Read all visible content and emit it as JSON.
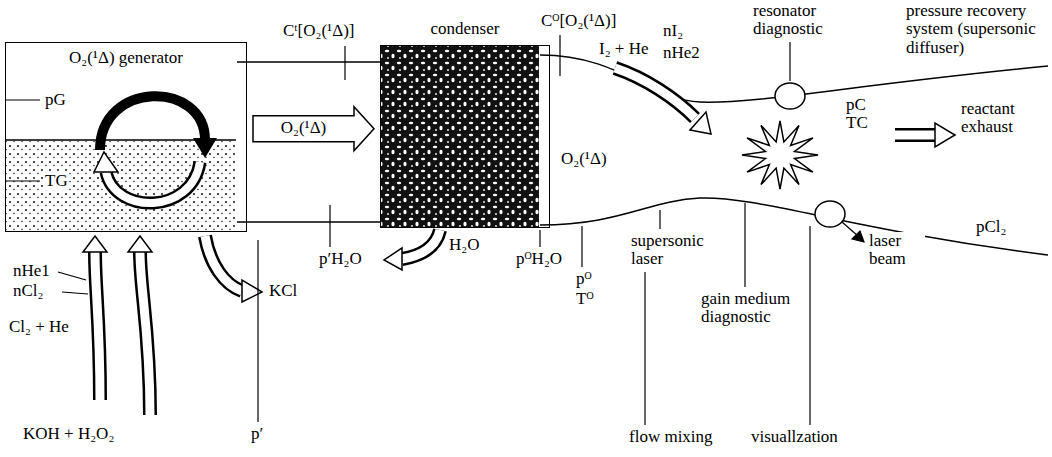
{
  "diagram": {
    "nodes": [
      {
        "text": [
          "O₂(¹Δ) generator"
        ]
      },
      {
        "text": [
          "condenser"
        ]
      }
    ],
    "edges": [
      {
        "from": 0,
        "to": 1,
        "arrow": "to",
        "label": "O₂(¹Δ)"
      }
    ],
    "labels": [
      "pG",
      "TG",
      "nHe1",
      "nCl₂",
      "Cl₂ + He",
      "KOH + H₂O₂",
      "KCl",
      "p′",
      "Cᵗ[O₂(¹Δ)]",
      "p′H₂O",
      "H₂O",
      "Cᴼ[O₂(¹Δ)]",
      "I₂ + He",
      "nI₂",
      "nHe2",
      "O₂(¹Δ)",
      "pᴼH₂O",
      "pᴼ",
      "Tᴼ",
      "resonator diagnostic",
      "pressure recovery system (supersonic diffuser)",
      "pC",
      "TC",
      "reactant exhaust",
      "supersonic laser",
      "gain medium diagnostic",
      "laser beam",
      "pCl₂",
      "flow mixing",
      "visuallzation"
    ]
  }
}
